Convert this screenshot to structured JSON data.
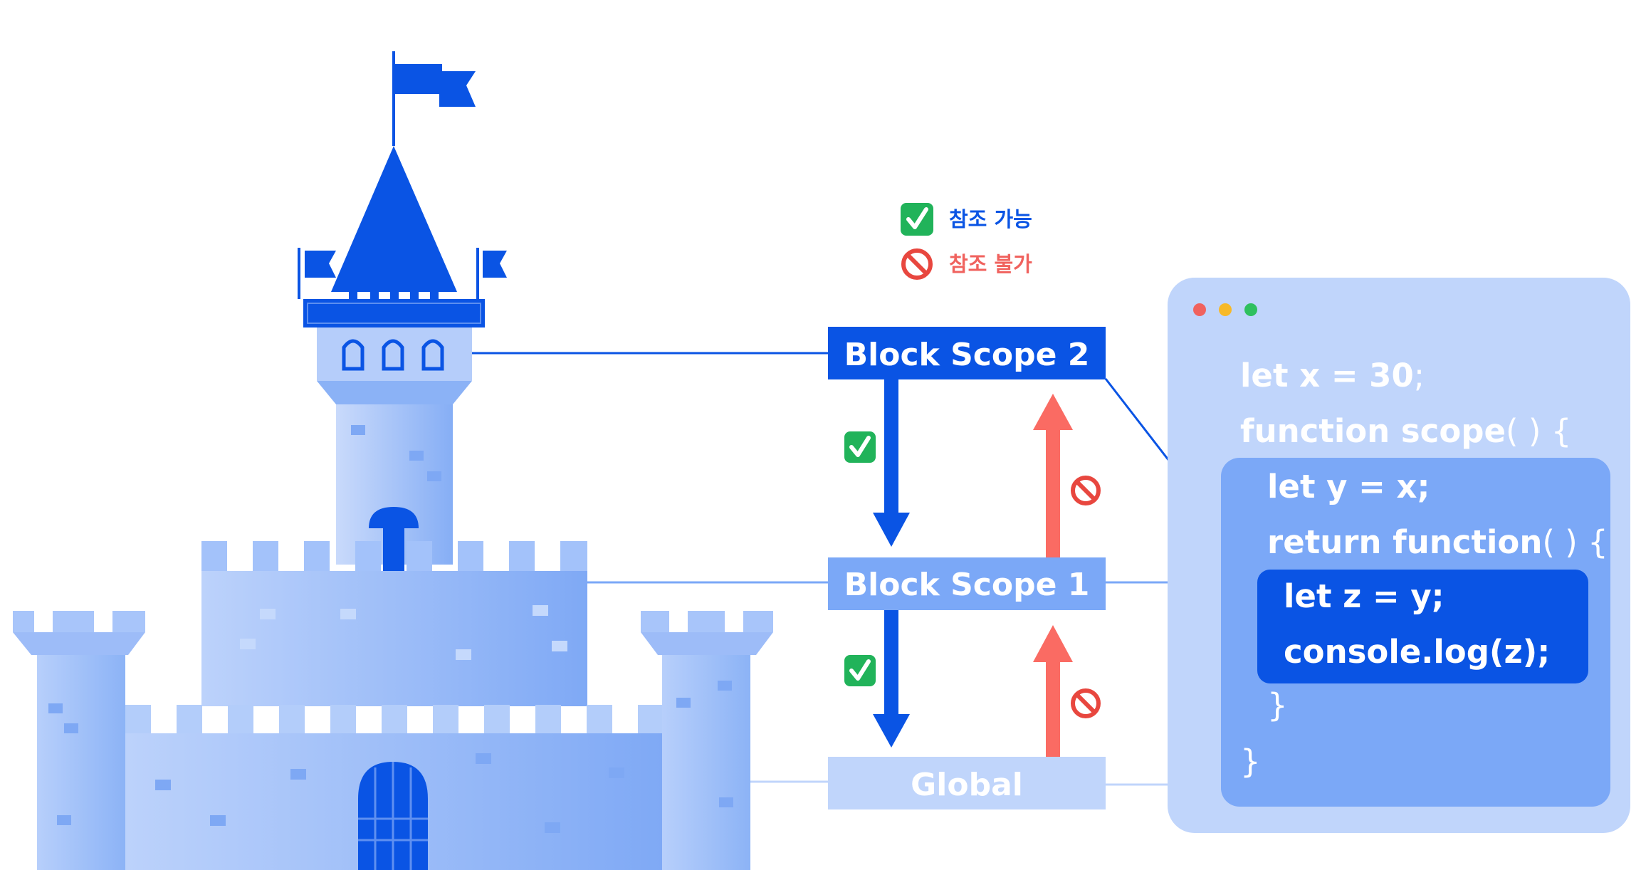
{
  "legend": {
    "accessible_label": "참조 가능",
    "blocked_label": "참조 불가",
    "accessible_color": "#0a54e4",
    "blocked_color": "#f0625e"
  },
  "scopes": [
    {
      "label": "Block Scope 2",
      "fill": "#0a54e4",
      "text_color": "#ffffff"
    },
    {
      "label": "Block Scope 1",
      "fill": "#7ba8f7",
      "text_color": "#ffffff"
    },
    {
      "label": "Global",
      "fill": "#c0d5fb",
      "text_color": "#ffffff"
    }
  ],
  "code_window": {
    "window_dots": [
      "red-dot-icon",
      "yellow-dot-icon",
      "green-dot-icon"
    ],
    "outer_lines": {
      "line1_code": "let x = 30",
      "line1_end": ";",
      "line2_code": "function scope",
      "line2_end": "( ) {",
      "closing": "}"
    },
    "middle_lines": {
      "line1": "let y = x;",
      "line2_code": "return function",
      "line2_end": "( ) {",
      "closing": "}"
    },
    "inner_lines": {
      "line1": "let z = y;",
      "line2": "console.log(z);"
    }
  },
  "colors": {
    "primary": "#0a54e4",
    "mid": "#7ba8f7",
    "light": "#c0d5fb",
    "blocked_arrow": "#fa6b63",
    "check_green": "#21b35a"
  }
}
